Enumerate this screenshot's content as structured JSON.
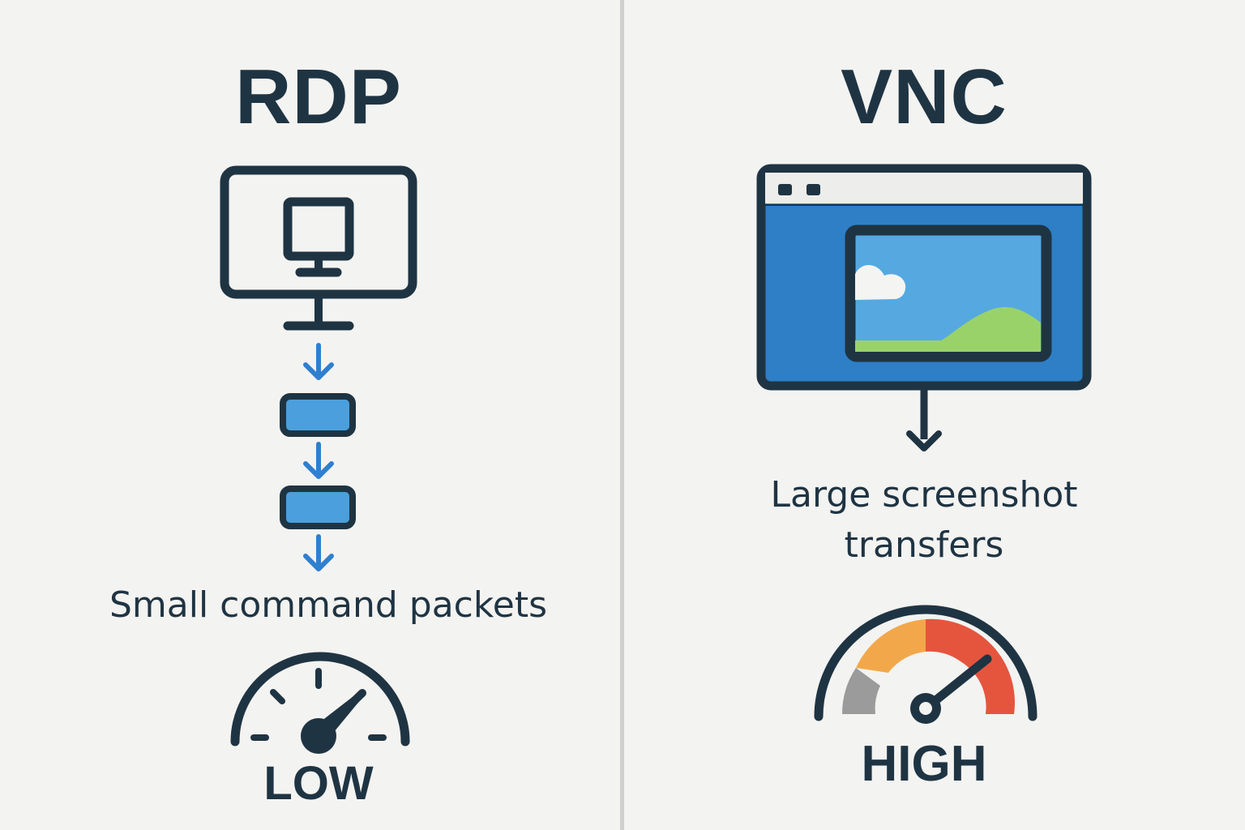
{
  "left": {
    "title": "RDP",
    "caption": "Small command packets",
    "bandwidth_label": "LOW",
    "gauge_level": "low"
  },
  "right": {
    "title": "VNC",
    "caption_line1": "Large screenshot",
    "caption_line2": "transfers",
    "bandwidth_label": "HIGH",
    "gauge_level": "high"
  },
  "colors": {
    "dark": "#1f3443",
    "blue_arrow": "#2f7fd0",
    "packet_fill": "#4a9fdc",
    "screen_blue": "#2e7fc6",
    "sky": "#55a9e0",
    "grass": "#9ad26a",
    "gauge_gray": "#9b9b9b",
    "gauge_orange": "#f2a84a",
    "gauge_red": "#e5553e"
  }
}
